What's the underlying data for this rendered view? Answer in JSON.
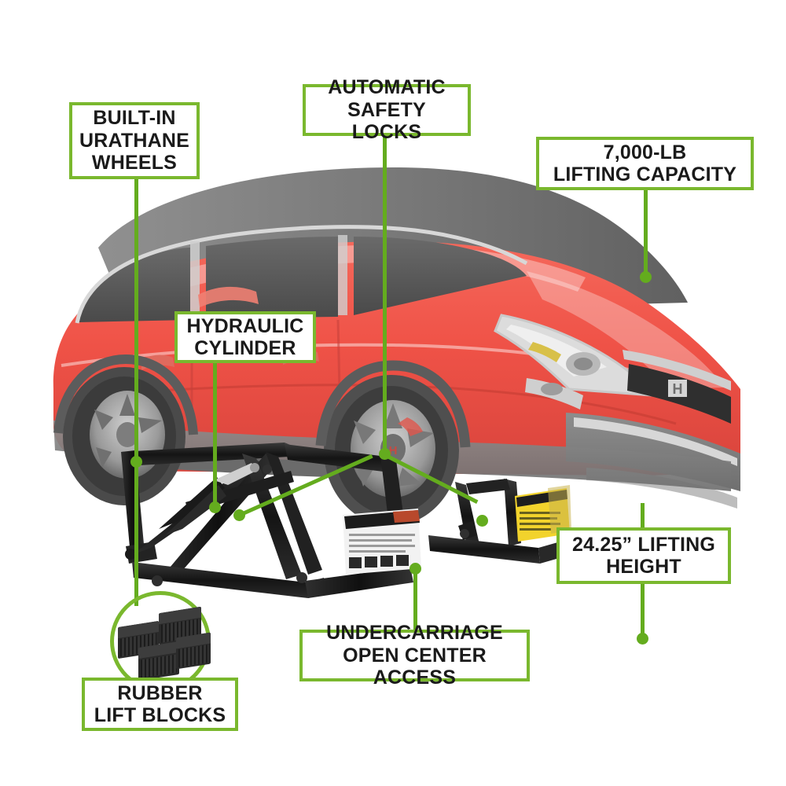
{
  "diagram": {
    "title": "Car lift feature callout diagram",
    "accent_color": "#7ab82e",
    "line_color": "#64ac1e",
    "background_color": "#ffffff",
    "vehicle": {
      "name": "red-suv",
      "body_color": "#f0564a",
      "shadow_color": "#7d7d7d",
      "glass_color": "#555555",
      "badge": "H"
    },
    "lift": {
      "name": "scissor-car-lift",
      "frame_color": "#1b1b1b",
      "warning_label_color": "#f2d32c"
    }
  },
  "callouts": [
    {
      "id": "built-in-urathane-wheels",
      "text": "BUILT-IN\nURATHANE\nWHEELS",
      "font_size": 25
    },
    {
      "id": "automatic-safety-locks",
      "text": "AUTOMATIC\nSAFETY LOCKS",
      "font_size": 25
    },
    {
      "id": "lifting-capacity",
      "text": "7,000-LB\nLIFTING CAPACITY",
      "font_size": 25
    },
    {
      "id": "hydraulic-cylinder",
      "text": "HYDRAULIC\nCYLINDER",
      "font_size": 25
    },
    {
      "id": "lifting-height",
      "text": "24.25” LIFTING\nHEIGHT",
      "font_size": 25
    },
    {
      "id": "undercarriage-open-center-access",
      "text": "UNDERCARRIAGE\nOPEN CENTER ACCESS",
      "font_size": 25
    },
    {
      "id": "rubber-lift-blocks",
      "text": "RUBBER\nLIFT BLOCKS",
      "font_size": 25
    }
  ]
}
